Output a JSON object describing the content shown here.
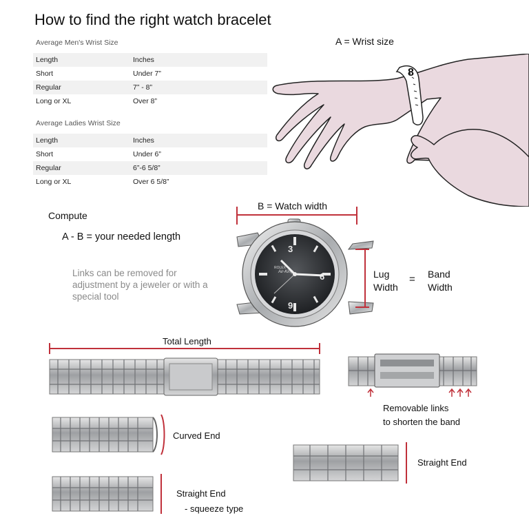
{
  "title": "How to find the right watch bracelet",
  "mens": {
    "heading": "Average Men's Wrist Size",
    "header": [
      "Length",
      "Inches"
    ],
    "rows": [
      [
        "Short",
        "Under 7”"
      ],
      [
        "Regular",
        "7” - 8”"
      ],
      [
        "Long or XL",
        "Over 8”"
      ]
    ]
  },
  "ladies": {
    "heading": "Average Ladies Wrist Size",
    "header": [
      "Length",
      "Inches"
    ],
    "rows": [
      [
        "Short",
        "Under 6”"
      ],
      [
        "Regular",
        "6”-6 5/8”"
      ],
      [
        "Long or XL",
        "Over 6 5/8”"
      ]
    ]
  },
  "labels": {
    "wrist_size": "A = Wrist size",
    "watch_width": "B = Watch width",
    "compute": "Compute",
    "formula": "A - B = your needed length",
    "note": "Links can be removed for adjustment by a jeweler or with a special tool",
    "lug": "Lug\nWidth",
    "equals": "=",
    "band": "Band\nWidth",
    "total_length": "Total Length",
    "removable": "Removable links\nto shorten the band",
    "curved_end": "Curved End",
    "straight_end_squeeze": "Straight End",
    "squeeze_type": "- squeeze type",
    "straight_end": "Straight End",
    "ruler_mark": "8",
    "watch_brand": "ROLEX",
    "watch_model": "Air-King"
  },
  "colors": {
    "accent_red": "#c0303a",
    "skin": "#ead9df",
    "dial": "#2f3236",
    "steel": "#b8babd"
  }
}
